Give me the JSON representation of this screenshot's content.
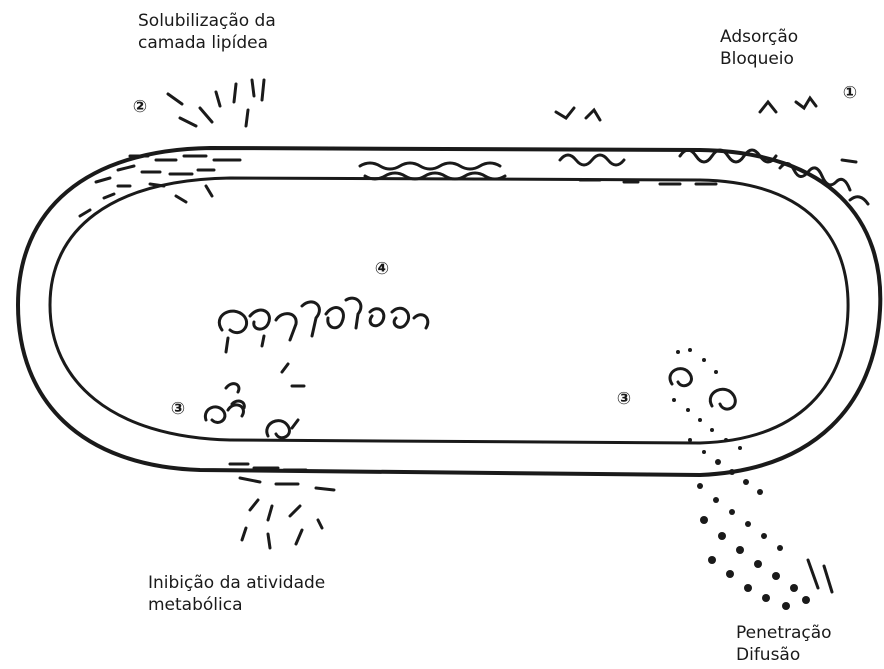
{
  "labels": {
    "solubilization": {
      "line1": "Solubilização da",
      "line2": "camada lipídea"
    },
    "adsorption": {
      "line1": "Adsorção",
      "line2": "Bloqueio"
    },
    "inhibition": {
      "line1": "Inibição da atividade",
      "line2": "metabólica"
    },
    "penetration": {
      "line1": "Penetração",
      "line2": "Difusão"
    }
  },
  "markers": {
    "m1": "①",
    "m2": "②",
    "m3_left": "③",
    "m3_right": "③",
    "m4": "④"
  },
  "colors": {
    "ink": "#1a1a1a",
    "background": "#ffffff"
  }
}
